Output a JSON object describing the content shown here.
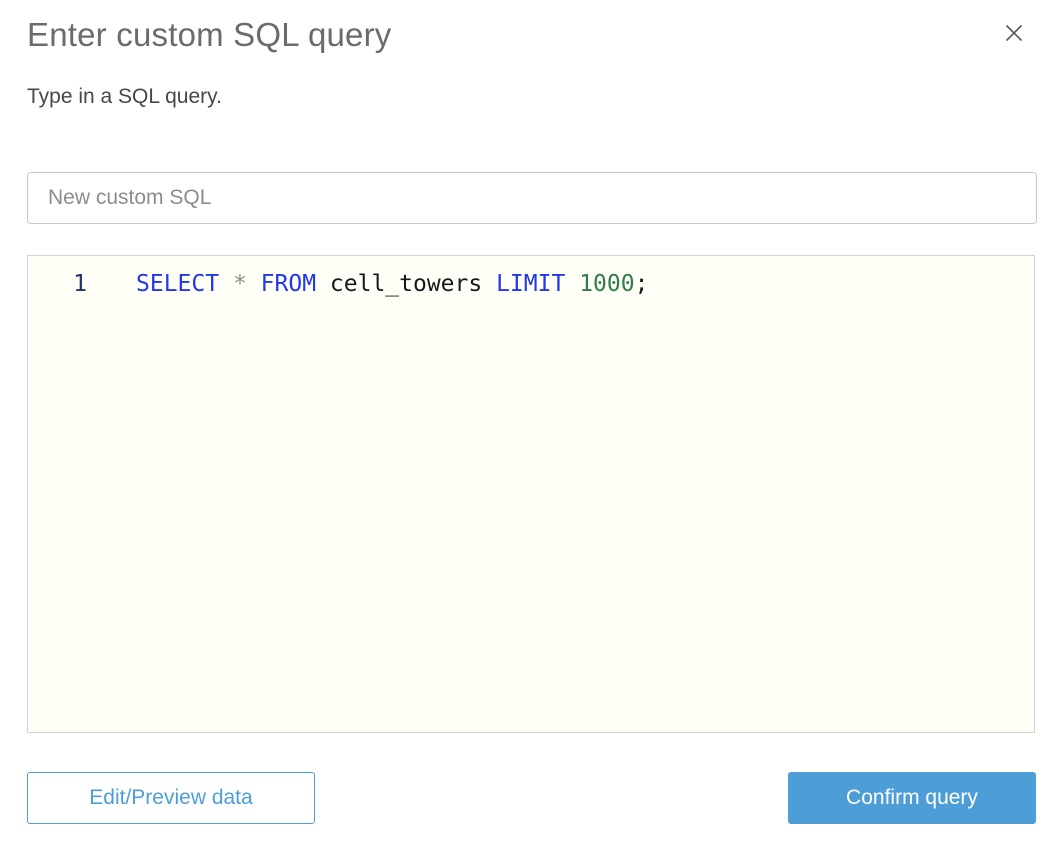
{
  "header": {
    "title": "Enter custom SQL query",
    "subtitle": "Type in a SQL query.",
    "close_icon": "close-icon"
  },
  "query_name_input": {
    "value": "New custom SQL"
  },
  "sql_editor": {
    "line_number": "1",
    "code_text": "SELECT * FROM cell_towers LIMIT 1000;",
    "tokens": [
      {
        "type": "keyword",
        "text": "SELECT"
      },
      {
        "type": "plain",
        "text": " "
      },
      {
        "type": "operator",
        "text": "*"
      },
      {
        "type": "plain",
        "text": " "
      },
      {
        "type": "keyword",
        "text": "FROM"
      },
      {
        "type": "plain",
        "text": " cell_towers "
      },
      {
        "type": "keyword",
        "text": "LIMIT"
      },
      {
        "type": "plain",
        "text": " "
      },
      {
        "type": "number",
        "text": "1000"
      },
      {
        "type": "plain",
        "text": ";"
      }
    ]
  },
  "footer": {
    "edit_preview_button": "Edit/Preview data",
    "confirm_button": "Confirm query"
  },
  "colors": {
    "accent_blue": "#4d9ed7",
    "keyword_blue": "#2038ee",
    "operator_gray": "#8f8f8f",
    "number_green": "#2f7d49",
    "code_plain": "#17191d",
    "line_number_navy": "#223468",
    "editor_background": "#fffef7"
  }
}
